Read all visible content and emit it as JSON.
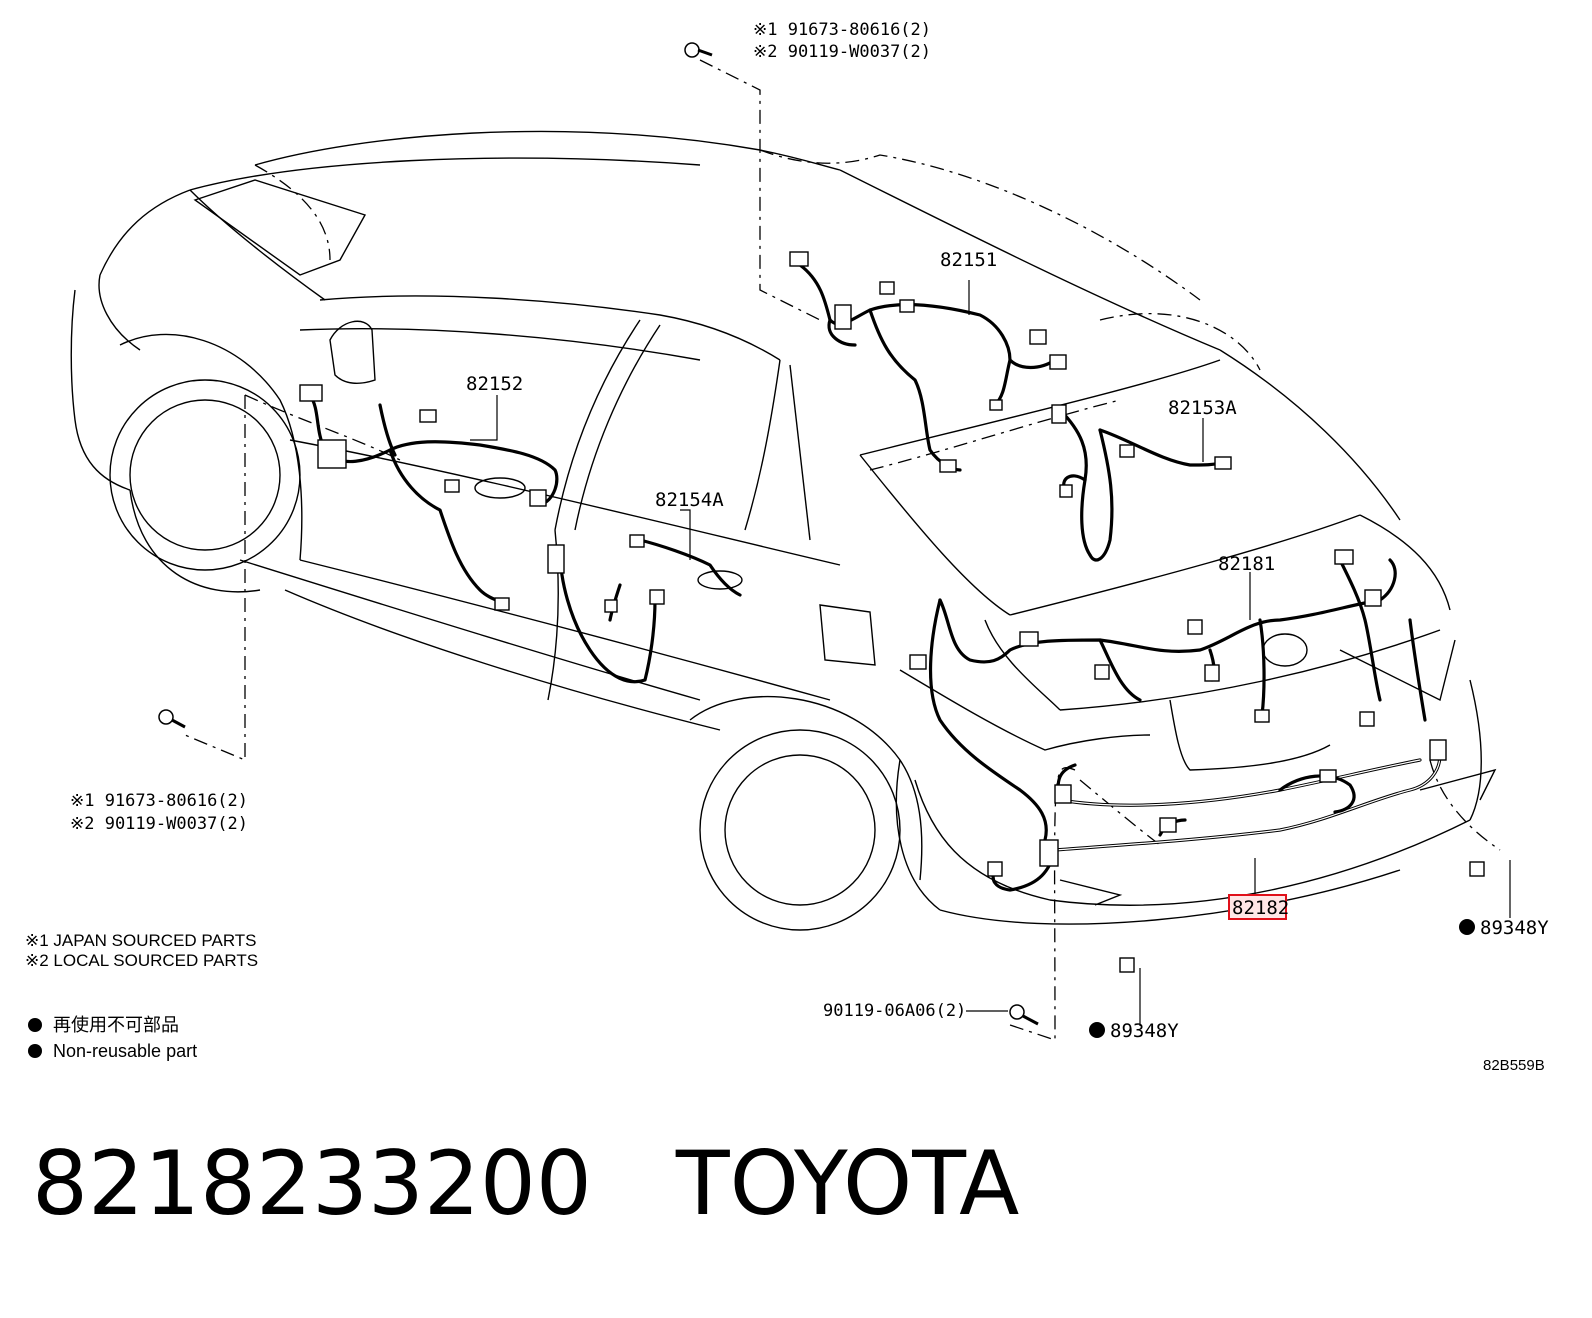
{
  "diagram": {
    "part_labels": {
      "p82151": "82151",
      "p82152": "82152",
      "p82153a": "82153A",
      "p82154a": "82154A",
      "p82181": "82181",
      "p82182": "82182",
      "p89348y_right": "89348Y",
      "p89348y_bottom": "89348Y"
    },
    "fastener_top": {
      "line1": "※1 91673-80616(2)",
      "line2": "※2 90119-W0037(2)"
    },
    "fastener_left": {
      "line1": "※1 91673-80616(2)",
      "line2": "※2 90119-W0037(2)"
    },
    "bolt_bottom": "90119-06A06(2)",
    "notes": {
      "line1": "※1 JAPAN SOURCED PARTS",
      "line2": "※2 LOCAL SOURCED PARTS"
    },
    "legend": {
      "line1": "再使用不可部品",
      "line2": "Non-reusable part"
    },
    "figure_id": "82B559B",
    "highlight_color": "#e0101a"
  },
  "caption": {
    "part_number": "8218233200",
    "brand": "TOYOTA"
  }
}
